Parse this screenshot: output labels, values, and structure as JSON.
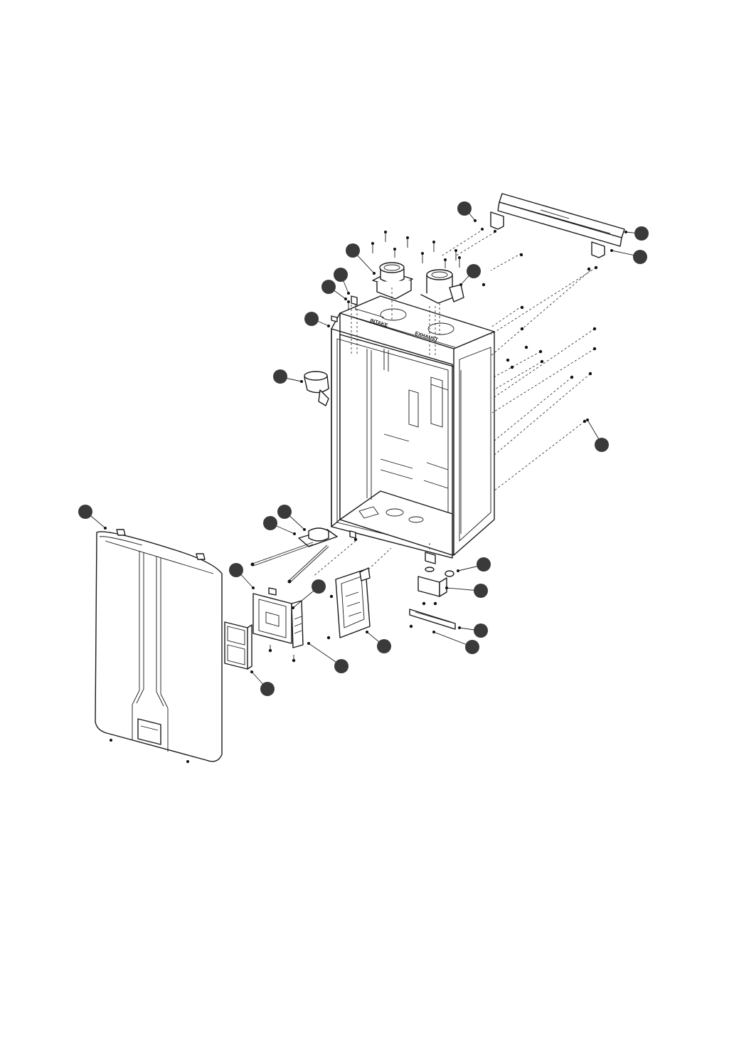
{
  "diagram": {
    "top_panel_labels": {
      "intake": "INTAKE",
      "exhaust": "EXHAUST"
    },
    "callout_count": 24
  }
}
